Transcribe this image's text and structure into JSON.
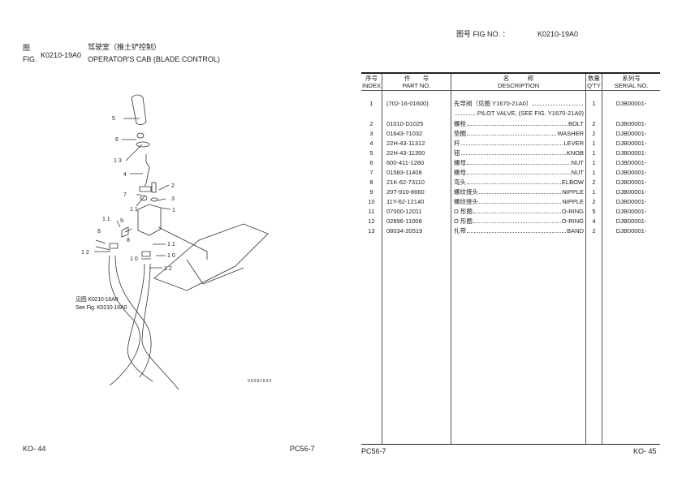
{
  "left_header": {
    "fig_cn": "图",
    "fig_en": "FIG.",
    "fig_no": "K0210-19A0",
    "title_cn": "驾驶室（推土铲控制）",
    "title_en": "OPERATOR'S CAB (BLADE CONTROL)"
  },
  "right_header": {
    "fig_label": "图号 FIG NO. ：",
    "fig_no": "K0210-19A0"
  },
  "table": {
    "headers": [
      {
        "cn": "序号",
        "en": "INDEX"
      },
      {
        "cn": "件　　号",
        "en": "PART NO."
      },
      {
        "cn": "名　　　称",
        "en": "DESCRIPTION"
      },
      {
        "cn": "数量",
        "en": "Q'TY"
      },
      {
        "cn": "系列号",
        "en": "SERIAL NO."
      }
    ],
    "rows": [
      {
        "index": "1",
        "part": "(702-16-01600)",
        "cn": "先导阀（见图 Y1670-21A0）",
        "en": "",
        "qty": "1",
        "serial": "DJB00001-",
        "extra": "PILOT VALVE, (SEE FIG. Y1670-21A0)"
      },
      {
        "index": "2",
        "part": "01010-D1025",
        "cn": "螺栓",
        "en": "BOLT",
        "qty": "2",
        "serial": "DJB00001-"
      },
      {
        "index": "3",
        "part": "01643-71032",
        "cn": "垫圈",
        "en": "WASHER",
        "qty": "2",
        "serial": "DJB00001-"
      },
      {
        "index": "4",
        "part": "22H-43-11312",
        "cn": "杆",
        "en": "LEVER",
        "qty": "1",
        "serial": "DJB00001-"
      },
      {
        "index": "5",
        "part": "22H-43-11350",
        "cn": "钮",
        "en": "KNOB",
        "qty": "1",
        "serial": "DJB00001-"
      },
      {
        "index": "6",
        "part": "600-411-1280",
        "cn": "螺母",
        "en": "NUT",
        "qty": "1",
        "serial": "DJB00001-"
      },
      {
        "index": "7",
        "part": "01583-11408",
        "cn": "螺母",
        "en": "NUT",
        "qty": "1",
        "serial": "DJB00001-"
      },
      {
        "index": "8",
        "part": "21K-62-73110",
        "cn": "弯头",
        "en": "ELBOW",
        "qty": "2",
        "serial": "DJB00001-"
      },
      {
        "index": "9",
        "part": "20T-910-8660",
        "cn": "螺纹接头",
        "en": "NIPPLE",
        "qty": "1",
        "serial": "DJB00001-"
      },
      {
        "index": "10",
        "part": "11Y-62-12140",
        "cn": "螺纹接头",
        "en": "NIPPLE",
        "qty": "2",
        "serial": "DJB00001-"
      },
      {
        "index": "11",
        "part": "07000-12011",
        "cn": "O 形圈",
        "en": "O-RING",
        "qty": "5",
        "serial": "DJB00001-"
      },
      {
        "index": "12",
        "part": "02896-11008",
        "cn": "O 形圈",
        "en": "O-RING",
        "qty": "4",
        "serial": "DJB00001-"
      },
      {
        "index": "13",
        "part": "08034-20519",
        "cn": "扎带",
        "en": "BAND",
        "qty": "2",
        "serial": "DJB00001-"
      }
    ]
  },
  "diagram": {
    "callouts": [
      "5",
      "6",
      "1 3",
      "4",
      "2",
      "7",
      "3",
      "1",
      "1 1",
      "9",
      "1 1",
      "8",
      "8",
      "1 2",
      "1 1",
      "1 0",
      "1 0",
      "1 2"
    ],
    "see_cn": "见图 K0210-16A0",
    "see_en": "See Fig. K0210-16A0",
    "code": "00081643"
  },
  "footer": {
    "left_page": "KO- 44",
    "left_model": "PC56-7",
    "right_model": "PC56-7",
    "right_page": "KO- 45"
  }
}
